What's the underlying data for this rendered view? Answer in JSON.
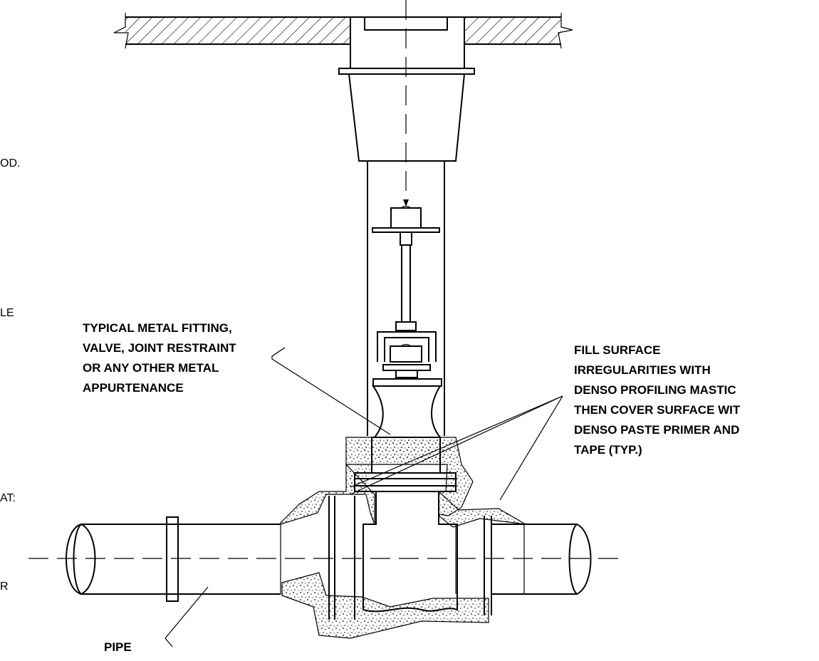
{
  "drawing": {
    "left_cut_text": [
      "OD.",
      "LE",
      "AT:",
      "R"
    ],
    "note_fitting": [
      "TYPICAL METAL FITTING,",
      "VALVE, JOINT RESTRAINT",
      "OR ANY OTHER METAL",
      "APPURTENANCE"
    ],
    "note_fill": [
      "FILL SURFACE",
      "IRREGULARITIES WITH",
      "DENSO PROFILING MASTIC",
      "THEN COVER SURFACE WIT",
      "DENSO PASTE PRIMER AND",
      "TAPE (TYP.)"
    ],
    "note_pipe": "PIPE"
  }
}
